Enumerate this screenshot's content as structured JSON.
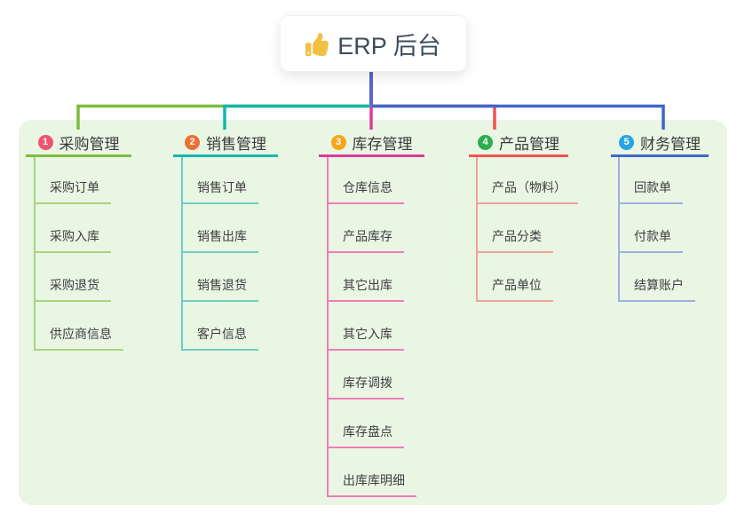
{
  "root": {
    "label": "ERP 后台",
    "icon": "thumbs-up-icon"
  },
  "colors": {
    "canvas_bg": "#ffffff",
    "panel_bg": "#e9f6e4",
    "stem": "#5767c9",
    "root_text": "#3c4b5c",
    "thumb_icon": "#f2c043"
  },
  "branches": [
    {
      "num": "1",
      "label": "采购管理",
      "badge_color": "#ef5370",
      "line_color": "#7ebc3f",
      "light_color": "#a9d57e",
      "children": [
        "采购订单",
        "采购入库",
        "采购退货",
        "供应商信息"
      ]
    },
    {
      "num": "2",
      "label": "销售管理",
      "badge_color": "#ee6e33",
      "line_color": "#13b7ab",
      "light_color": "#70cec5",
      "children": [
        "销售订单",
        "销售出库",
        "销售退货",
        "客户信息"
      ]
    },
    {
      "num": "3",
      "label": "库存管理",
      "badge_color": "#f9a51d",
      "line_color": "#dc3a9c",
      "light_color": "#ef7cb8",
      "children": [
        "仓库信息",
        "产品库存",
        "其它出库",
        "其它入库",
        "库存调拨",
        "库存盘点",
        "出库库明细"
      ]
    },
    {
      "num": "4",
      "label": "产品管理",
      "badge_color": "#2dae51",
      "line_color": "#f0544e",
      "light_color": "#f6a09a",
      "children": [
        "产品（物料）",
        "产品分类",
        "产品单位"
      ]
    },
    {
      "num": "5",
      "label": "财务管理",
      "badge_color": "#29a5e1",
      "line_color": "#3f67cb",
      "light_color": "#9db0dd",
      "children": [
        "回款单",
        "付款单",
        "结算账户"
      ]
    }
  ]
}
